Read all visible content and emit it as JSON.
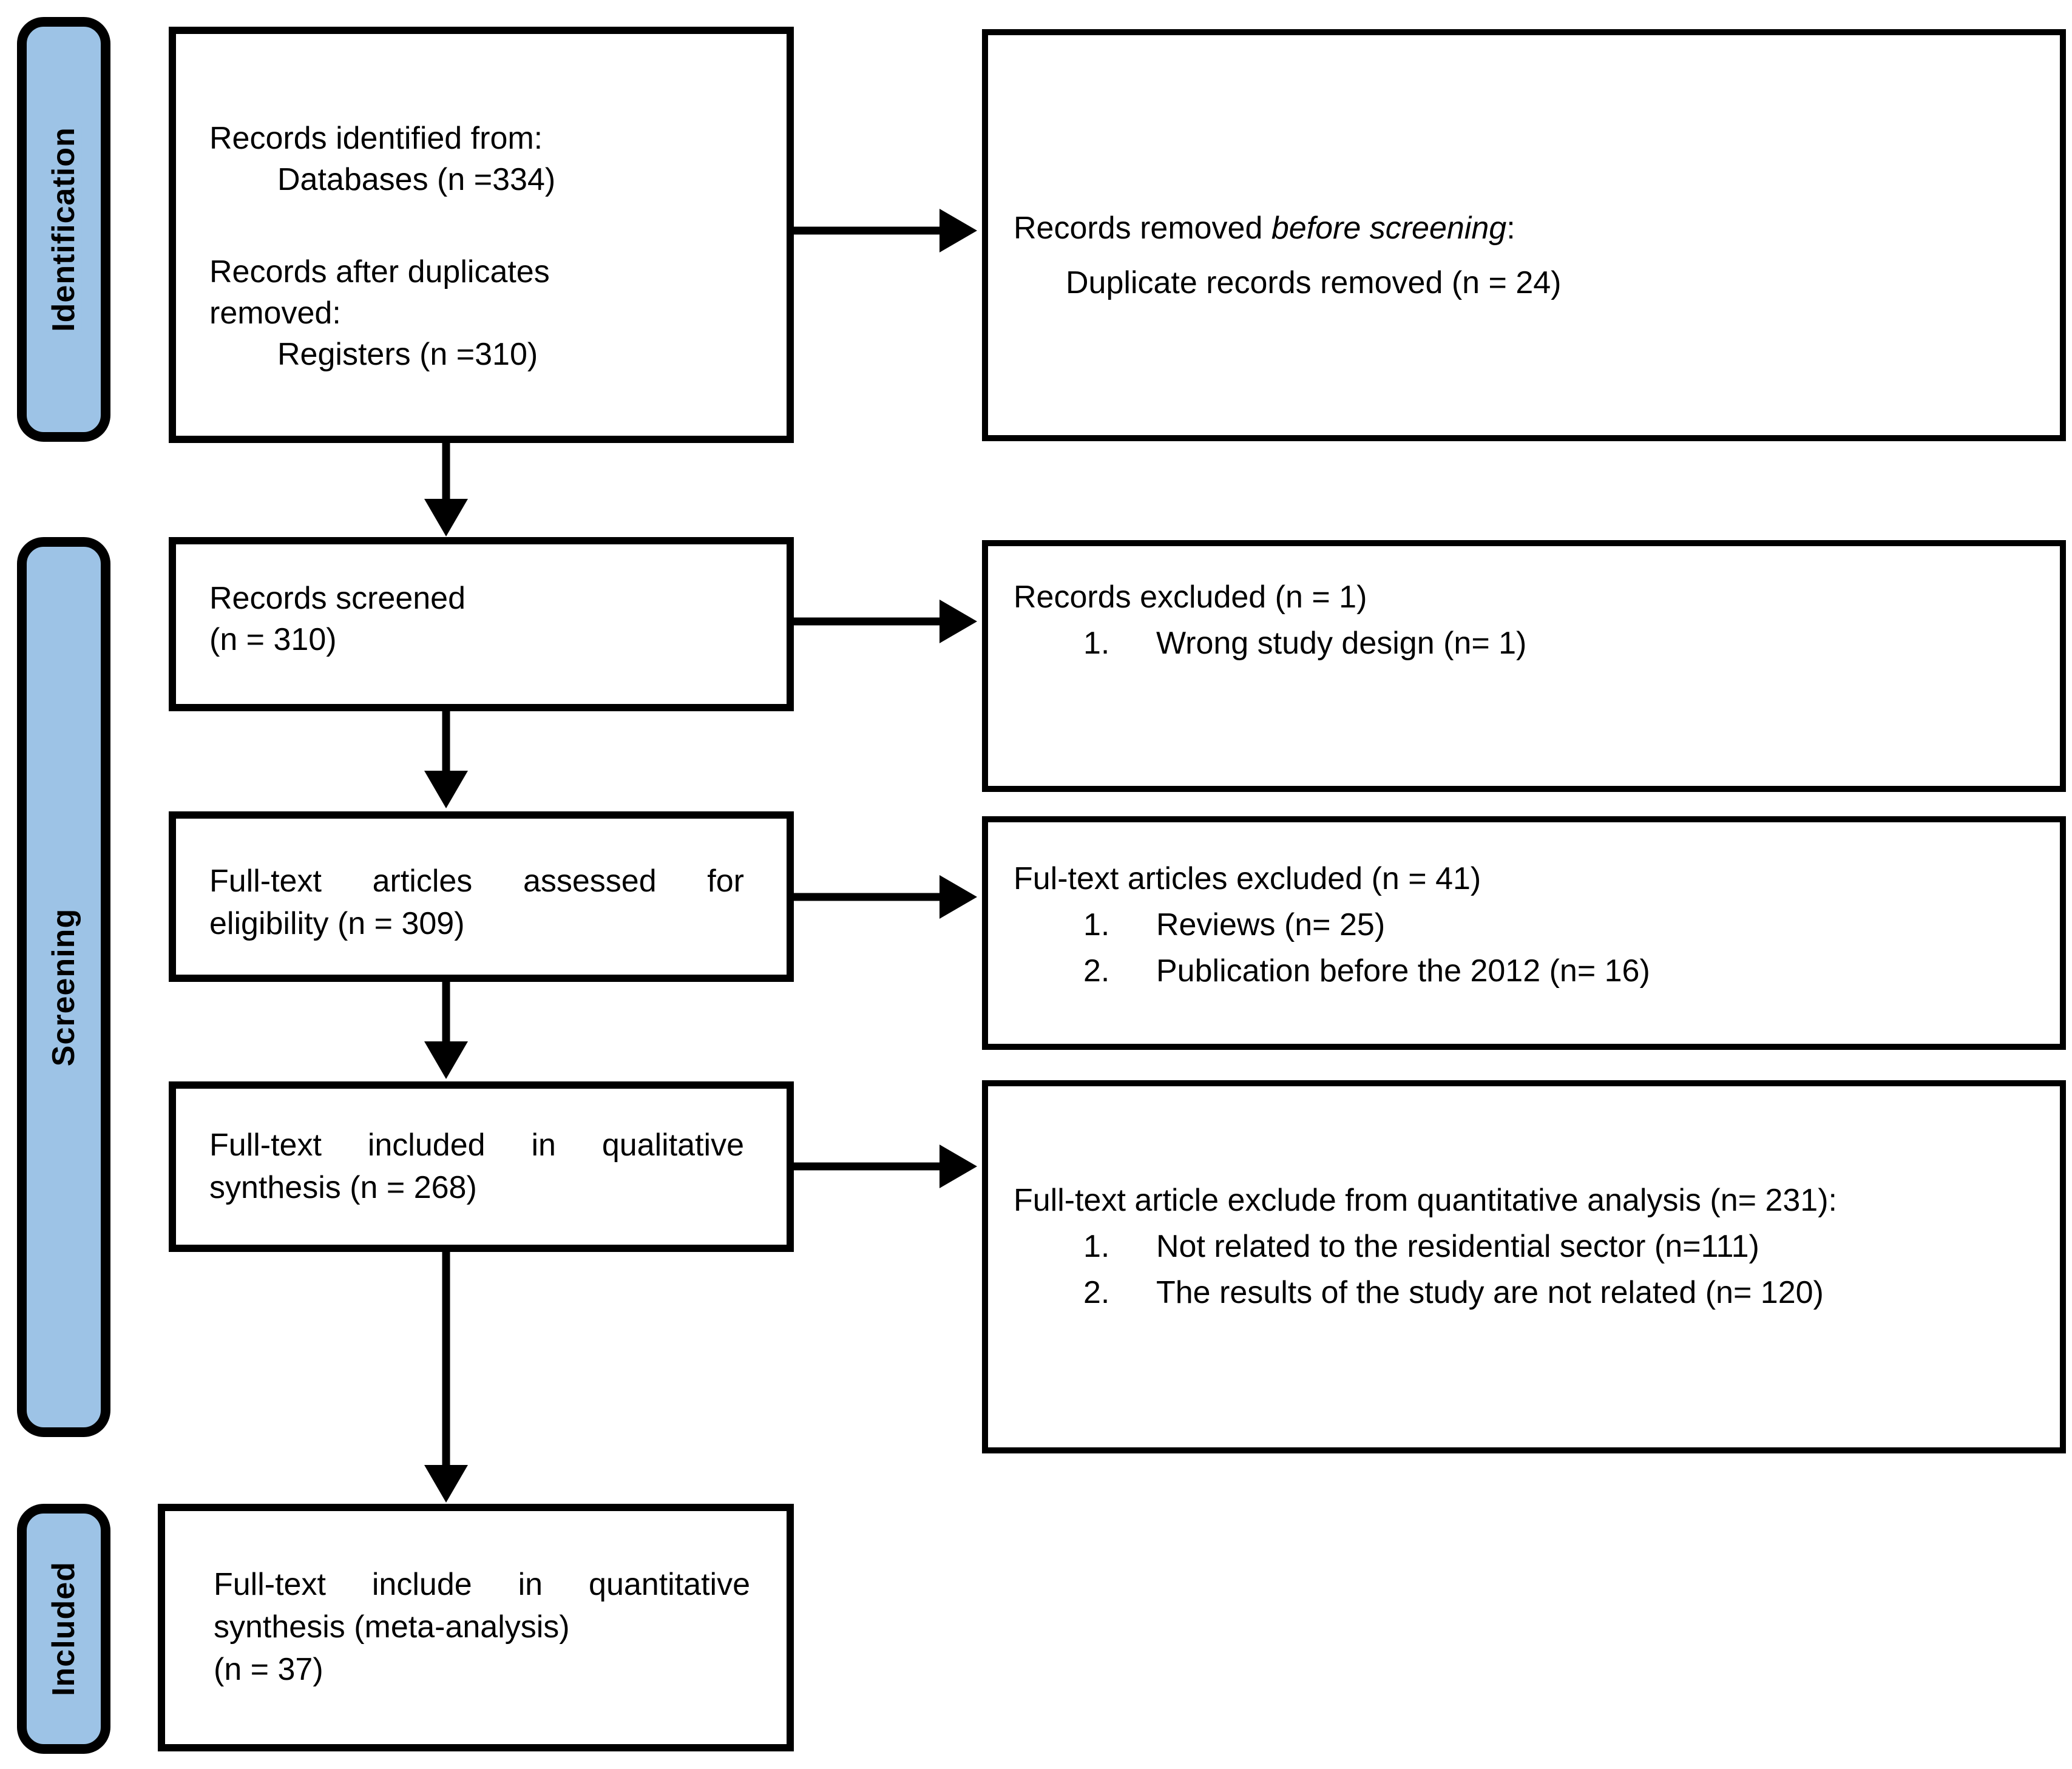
{
  "colors": {
    "sidebar_bg": "#9DC3E6",
    "box_bg": "#FFFFFF",
    "line_color": "#000000"
  },
  "sidebar": {
    "identification_label": "Identification",
    "screening_label": "Screening",
    "included_label": "Included"
  },
  "left_boxes": {
    "identified": {
      "line1": "Records identified from:",
      "line2": "Databases (n =334)",
      "line3": "Records after duplicates",
      "line4": "removed:",
      "line5": "Registers (n =310)"
    },
    "screened": {
      "line1": "Records screened",
      "line2": "(n = 310)"
    },
    "assessed": {
      "line1": "Full-text articles assessed for",
      "line2": "eligibility (n = 309)"
    },
    "qualitative": {
      "line1": "Full-text included in qualitative",
      "line2": "synthesis (n = 268)"
    },
    "quantitative": {
      "line1": "Full-text include in quantitative",
      "line2": "synthesis (meta-analysis)",
      "line3": "(n = 37)"
    }
  },
  "right_boxes": {
    "removed_before_screening": {
      "prefix": "Records removed ",
      "emphasis": "before screening",
      "suffix": ":",
      "item1": "Duplicate records removed (n = 24)"
    },
    "records_excluded": {
      "line1": "Records excluded (n = 1)",
      "items": [
        {
          "num": "1.",
          "text": "Wrong study design (n= 1)"
        }
      ]
    },
    "fulltext_excluded": {
      "line1": "Ful-text articles excluded (n = 41)",
      "items": [
        {
          "num": "1.",
          "text": "Reviews (n= 25)"
        },
        {
          "num": "2.",
          "text": "Publication before the 2012 (n= 16)"
        }
      ]
    },
    "quantitative_excluded": {
      "line1": "Full-text article exclude from quantitative analysis (n= 231):",
      "items": [
        {
          "num": "1.",
          "text": "Not related to the residential sector (n=111)"
        },
        {
          "num": "2.",
          "text": "The results of the study are not related (n= 120)"
        }
      ]
    }
  }
}
